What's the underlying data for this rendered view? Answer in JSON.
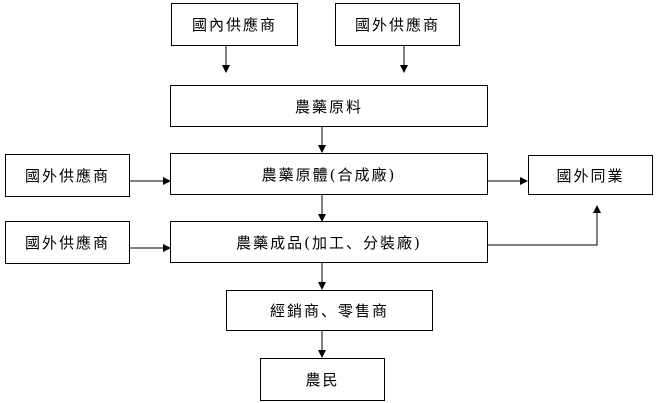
{
  "nodes": {
    "domestic_supplier": "國內供應商",
    "foreign_supplier_top": "國外供應商",
    "raw_material": "農藥原料",
    "technical_material": "農藥原體(合成廠)",
    "foreign_supplier_left1": "國外供應商",
    "foreign_peers": "國外同業",
    "foreign_supplier_left2": "國外供應商",
    "formulated_product": "農藥成品(加工、分裝廠)",
    "distributors": "經銷商、零售商",
    "farmers": "農民"
  },
  "colors": {
    "line": "#000000",
    "box_border": "#000000",
    "background": "#ffffff"
  }
}
